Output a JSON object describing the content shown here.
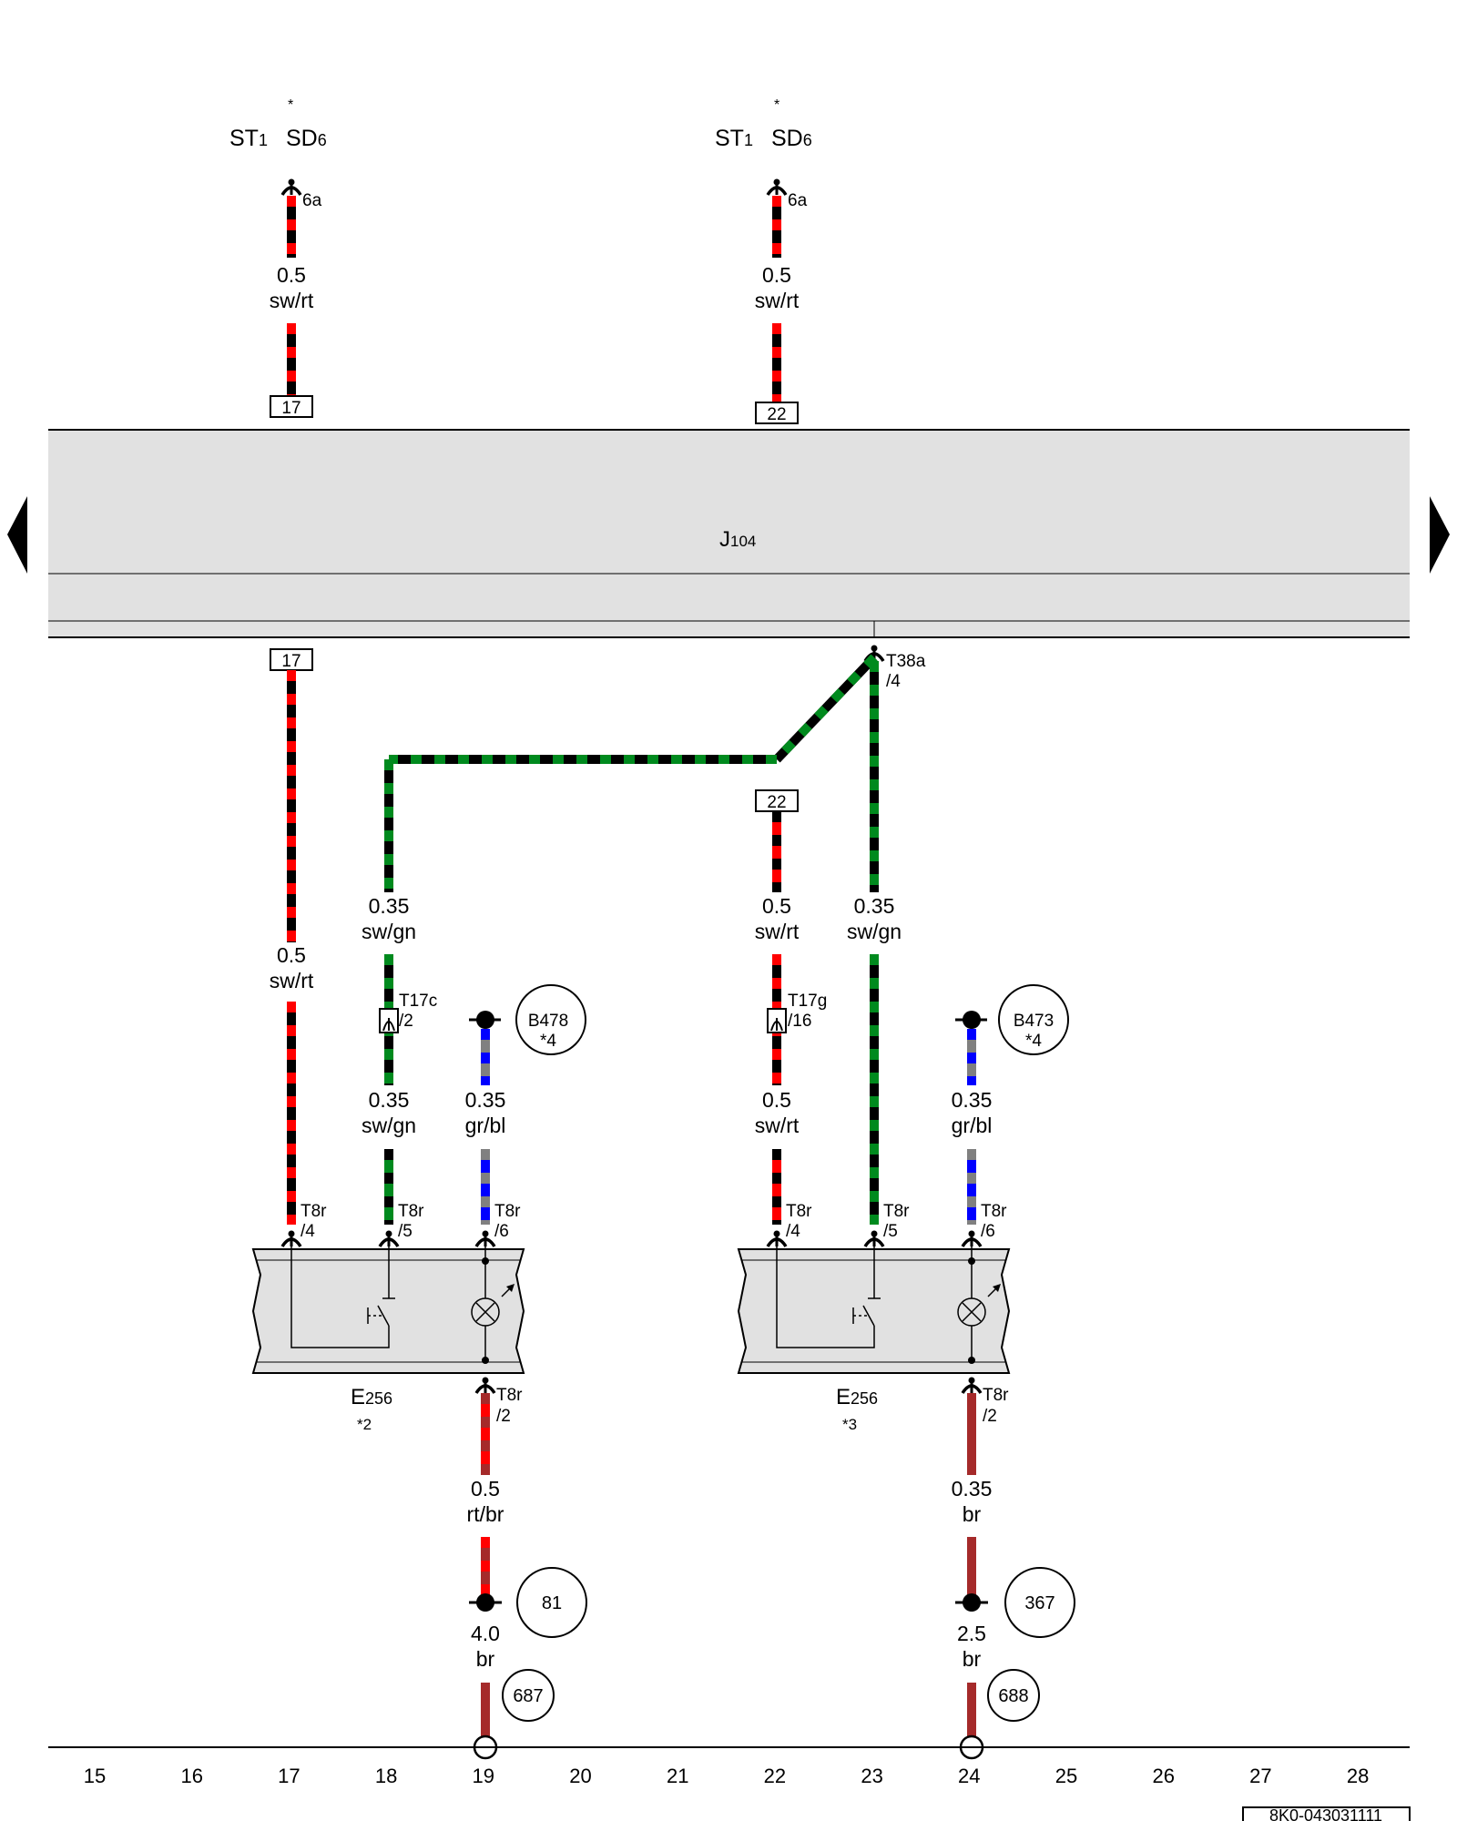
{
  "colors": {
    "red": "#ff0000",
    "black": "#000000",
    "green": "#008a1e",
    "gray": "#808080",
    "blue": "#0000ff",
    "brown": "#a52a2a",
    "control_unit_fill": "#e1e1e1"
  },
  "nav": {
    "prev_arrow_icon": "triangle-left-icon",
    "next_arrow_icon": "triangle-right-icon"
  },
  "control_unit": {
    "label_main": "J",
    "label_sub": "104"
  },
  "top_left": {
    "label_st": "ST",
    "label_st_sub": "1",
    "label_sd": "SD",
    "label_sd_sub": "6",
    "asterisk": "*",
    "pin": "6a",
    "wire_size": "0.5",
    "wire_color": "sw/rt",
    "terminal": "17"
  },
  "top_right": {
    "label_st": "ST",
    "label_st_sub": "1",
    "label_sd": "SD",
    "label_sd_sub": "6",
    "asterisk": "*",
    "pin": "6a",
    "wire_size": "0.5",
    "wire_color": "sw/rt",
    "terminal": "22"
  },
  "connector_t38a": {
    "name": "T38a",
    "pin": "/4"
  },
  "left_group": {
    "terminal_17": "17",
    "wire_a_size": "0.5",
    "wire_a_color": "sw/rt",
    "wire_b_size_1": "0.35",
    "wire_b_color_1": "sw/gn",
    "wire_b_size_2": "0.35",
    "wire_b_color_2": "sw/gn",
    "connector_t17c": "T17c",
    "connector_t17c_pin": "/2",
    "wire_c_size": "0.35",
    "wire_c_color": "gr/bl",
    "ref_circle_line1": "B478",
    "ref_circle_line2": "*4",
    "pin4_name": "T8r",
    "pin4": "/4",
    "pin5_name": "T8r",
    "pin5": "/5",
    "pin6_name": "T8r",
    "pin6": "/6",
    "pin2_name": "T8r",
    "pin2": "/2",
    "component_main": "E",
    "component_sub": "256",
    "component_note": "*2",
    "ground_wire_size": "0.5",
    "ground_wire_color": "rt/br",
    "ground_ref": "81",
    "main_ground_size": "4.0",
    "main_ground_color": "br",
    "main_ground_ref": "687"
  },
  "right_group": {
    "terminal_22": "22",
    "wire_a_size_1": "0.5",
    "wire_a_color_1": "sw/rt",
    "wire_a_size_2": "0.5",
    "wire_a_color_2": "sw/rt",
    "connector_t17g": "T17g",
    "connector_t17g_pin": "/16",
    "wire_b_size": "0.35",
    "wire_b_color": "sw/gn",
    "wire_c_size": "0.35",
    "wire_c_color": "gr/bl",
    "ref_circle_line1": "B473",
    "ref_circle_line2": "*4",
    "pin4_name": "T8r",
    "pin4": "/4",
    "pin5_name": "T8r",
    "pin5": "/5",
    "pin6_name": "T8r",
    "pin6": "/6",
    "pin2_name": "T8r",
    "pin2": "/2",
    "component_main": "E",
    "component_sub": "256",
    "component_note": "*3",
    "ground_wire_size": "0.35",
    "ground_wire_color": "br",
    "ground_ref": "367",
    "main_ground_size": "2.5",
    "main_ground_color": "br",
    "main_ground_ref": "688"
  },
  "bottom_scale": [
    "15",
    "16",
    "17",
    "18",
    "19",
    "20",
    "21",
    "22",
    "23",
    "24",
    "25",
    "26",
    "27",
    "28"
  ],
  "document_id": "8K0-043031111"
}
